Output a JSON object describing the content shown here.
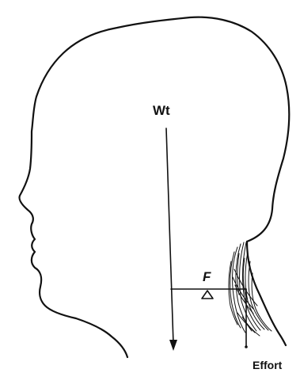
{
  "figure": {
    "weight_label": "Wt",
    "fulcrum_label": "F",
    "effort_label": "Effort"
  }
}
